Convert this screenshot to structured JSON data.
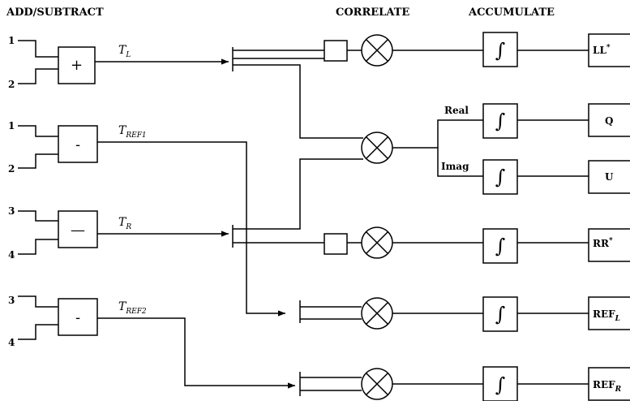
{
  "headers": {
    "add_subtract": "ADD/SUBTRACT",
    "correlate": "CORRELATE",
    "accumulate": "ACCUMULATE"
  },
  "inputs": [
    {
      "top": "1",
      "bottom": "2",
      "op": "+",
      "signal": "T",
      "signal_sub": "L"
    },
    {
      "top": "1",
      "bottom": "2",
      "op": "-",
      "signal": "T",
      "signal_sub": "REF1"
    },
    {
      "top": "3",
      "bottom": "4",
      "op": "—",
      "signal": "T",
      "signal_sub": "R"
    },
    {
      "top": "3",
      "bottom": "4",
      "op": "-",
      "signal": "T",
      "signal_sub": "REF2"
    }
  ],
  "integrator_symbol": "∫",
  "branch_labels": {
    "real": "Real",
    "imag": "Imag"
  },
  "outputs": [
    {
      "main": "LL",
      "sup": "*",
      "sub": ""
    },
    {
      "main": "Q",
      "sup": "",
      "sub": ""
    },
    {
      "main": "U",
      "sup": "",
      "sub": ""
    },
    {
      "main": "RR",
      "sup": "*",
      "sub": ""
    },
    {
      "main": "REF",
      "sup": "",
      "sub": "L"
    },
    {
      "main": "REF",
      "sup": "",
      "sub": "R"
    }
  ]
}
